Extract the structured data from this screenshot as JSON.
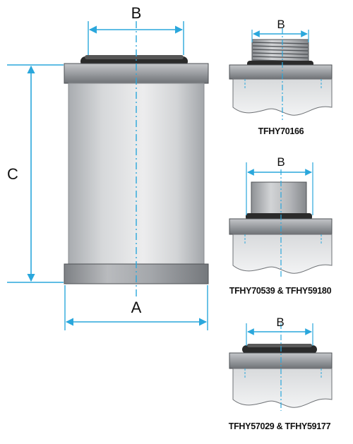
{
  "dimensions": {
    "a_label": "A",
    "b_label": "B",
    "c_label": "C"
  },
  "details": [
    {
      "b_label": "B",
      "caption": "TFHY70166"
    },
    {
      "b_label": "B",
      "caption": "TFHY70539 & TFHY59180"
    },
    {
      "b_label": "B",
      "caption": "TFHY57029 & TFHY59177"
    }
  ],
  "colors": {
    "dimension_line": "#2aa7dc",
    "cap_metal": "#8a8d91",
    "seal": "#2b2b2b",
    "body": "#e4e6e8"
  }
}
